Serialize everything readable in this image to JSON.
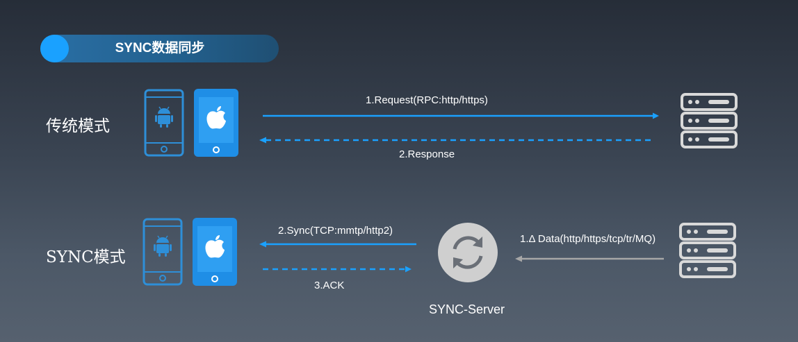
{
  "header": {
    "title": "SYNC数据同步"
  },
  "traditional": {
    "label": "传统模式",
    "request_label": "1.Request(RPC:http/https)",
    "response_label": "2.Response"
  },
  "sync": {
    "label": "SYNC模式",
    "sync_label": "2.Sync(TCP:mmtp/http2)",
    "ack_label": "3.ACK",
    "delta_label": "1.Δ Data(http/https/tcp/tr/MQ)",
    "server_label": "SYNC-Server"
  },
  "colors": {
    "accent_blue": "#1aa1ff",
    "phone_outline": "#2e8fd8",
    "server_gray": "#d9d9d9",
    "arrow_gray": "#a7a7a7"
  },
  "icons": [
    "android-phone-icon",
    "apple-phone-icon",
    "server-icon",
    "sync-server-icon"
  ]
}
